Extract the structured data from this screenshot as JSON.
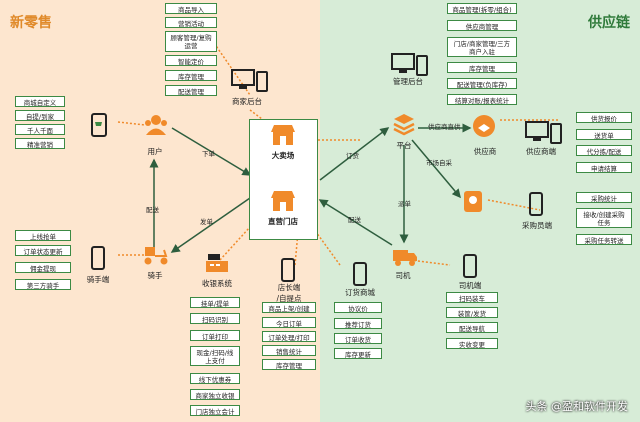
{
  "zones": {
    "left_title": "新零售",
    "right_title": "供应链"
  },
  "nodes": {
    "merchant_backend": "商家后台",
    "hypermarket": "大卖场",
    "direct_store": "直营门店",
    "user": "用户",
    "rider": "骑手",
    "rider_app": "骑手端",
    "pos": "收银系统",
    "store_manager": "店长端\n/自提点",
    "order_mall": "订货商城",
    "mgmt_backend": "管理后台",
    "platform": "平台",
    "supplier": "供应商",
    "supplier_app": "供应商端",
    "purchaser_app": "采购员端",
    "driver": "司机",
    "driver_app": "司机端"
  },
  "edges": {
    "place_order": "下单",
    "delivery_left": "配送",
    "ship": "发单",
    "order_goods": "订货",
    "delivery_right": "配送",
    "supplier_direct": "供应商直供",
    "market_purchase": "市场自采",
    "pickup": "派单"
  },
  "lists": {
    "merchant_features": [
      "商品导入",
      "营销活动",
      "顾客管理/复购\n运营",
      "智能定价",
      "库存管理",
      "配送管理"
    ],
    "user_features": [
      "商城自定义",
      "自提/到家",
      "千人千面",
      "精准营销"
    ],
    "rider_features": [
      "上线抢单",
      "订单状态更新",
      "佣金提现",
      "第三方骑手"
    ],
    "pos_features": [
      "挂单/提单",
      "扫码识别",
      "订单打印",
      "现金/扫码/线\n上支付",
      "线下优惠券",
      "商家独立收银",
      "门店独立会计"
    ],
    "store_features": [
      "商品上架/创建",
      "今日订单",
      "订单处理/打印",
      "销售统计",
      "库存管理"
    ],
    "order_mall_features": [
      "协议价",
      "推荐订货",
      "订单收货",
      "库存更新"
    ],
    "mgmt_features": [
      "商品管理(拆零/组合)",
      "供应商管理",
      "门店/商家管理/三方\n商户入驻",
      "库存管理",
      "配送管理(负库存)",
      "结算对账/报表统计"
    ],
    "supplier_features": [
      "供货报价",
      "送货单",
      "代分拣/配送",
      "申请结算"
    ],
    "purchaser_features": [
      "采购统计",
      "接收/创建采购\n任务",
      "采购任务转送"
    ],
    "driver_features": [
      "扫码装车",
      "装筐/发货",
      "配送导航",
      "实收变更"
    ]
  },
  "watermark": "头条 @盈和软件开发"
}
